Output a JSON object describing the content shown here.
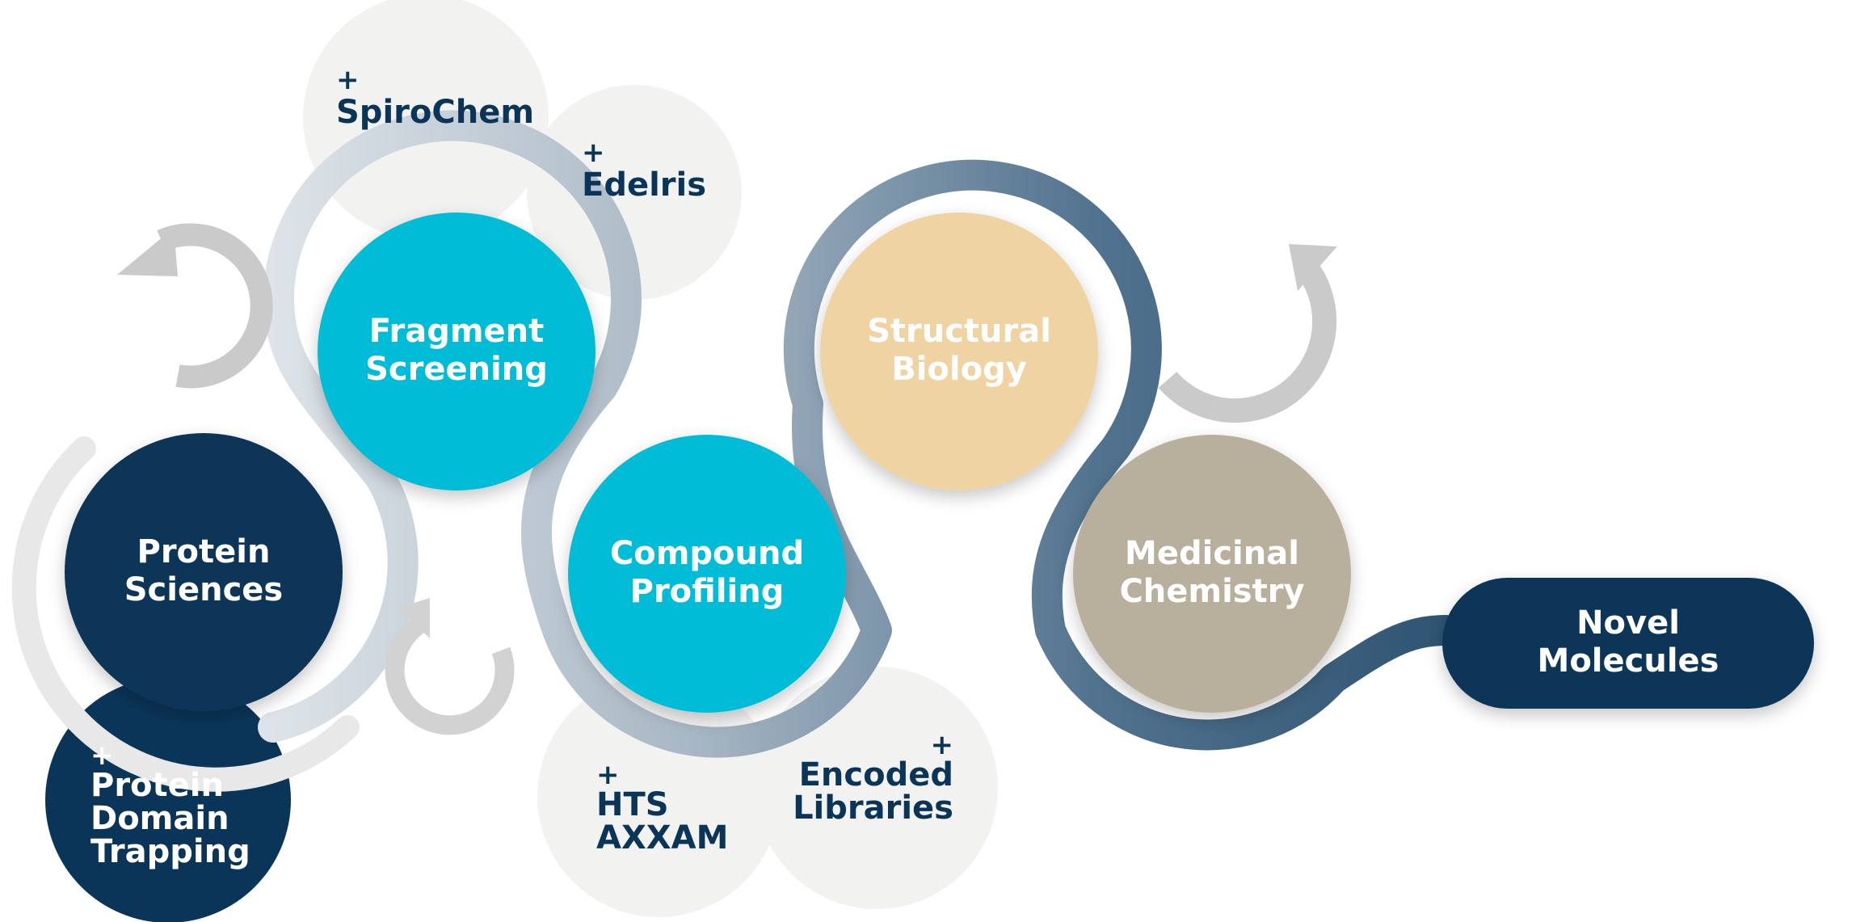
{
  "colors": {
    "navy": "#0b3558",
    "cyan": "#00bcd6",
    "sand": "#f0d3a3",
    "taupe": "#b8b09c",
    "light_grey": "#f2f2f1",
    "arrow_grey": "#c9c9c9",
    "track_start": "#dde3e8",
    "track_end": "#2f5473",
    "white": "#ffffff"
  },
  "stages": {
    "protein_sciences": {
      "line1": "Protein",
      "line2": "Sciences",
      "color": "navy"
    },
    "fragment_screening": {
      "line1": "Fragment",
      "line2": "Screening",
      "color": "cyan"
    },
    "compound_profiling": {
      "line1": "Compound",
      "line2": "Profiling",
      "color": "cyan"
    },
    "structural_biology": {
      "line1": "Structural",
      "line2": "Biology",
      "color": "sand"
    },
    "medicinal_chemistry": {
      "line1": "Medicinal",
      "line2": "Chemistry",
      "color": "taupe"
    },
    "novel_molecules": {
      "line1": "Novel",
      "line2": "Molecules",
      "color": "navy"
    }
  },
  "addons": {
    "spirochem": {
      "plus": "+",
      "line1": "SpiroChem"
    },
    "edelris": {
      "plus": "+",
      "line1": "Edelris"
    },
    "protein_domain_trapping": {
      "plus": "+",
      "line1": "Protein",
      "line2": "Domain",
      "line3": "Trapping"
    },
    "hts_axxam": {
      "plus": "+",
      "line1": "HTS",
      "line2": "AXXAM"
    },
    "encoded_libraries": {
      "plus": "+",
      "line1": "Encoded",
      "line2": "Libraries"
    }
  },
  "icons": {
    "cycle_arrow_left": "circular-arrow-icon",
    "cycle_arrow_small": "circular-arrow-icon",
    "cycle_arrow_right": "circular-arrow-icon"
  }
}
